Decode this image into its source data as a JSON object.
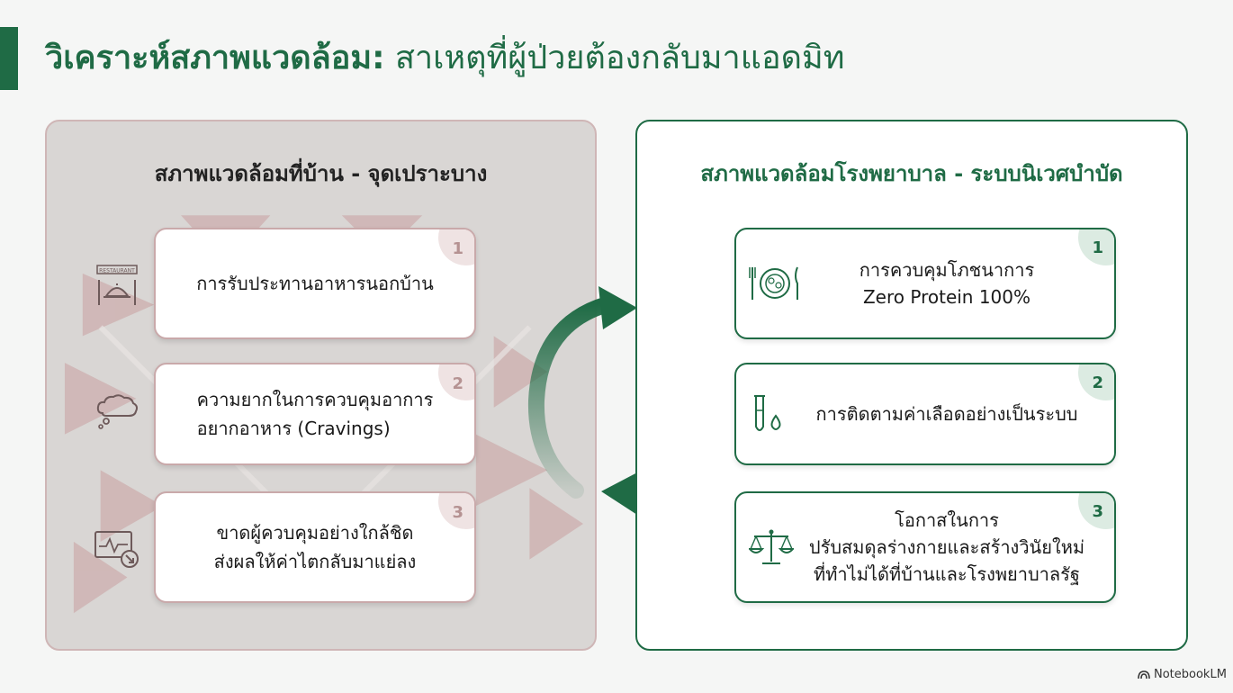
{
  "title": {
    "strong": "วิเคราะห์สภาพแวดล้อม:",
    "rest": "สาเหตุที่ผู้ป่วยต้องกลับมาแอดมิท"
  },
  "left_panel": {
    "heading": "สภาพแวดล้อมที่บ้าน - จุดเปราะบาง",
    "cards": [
      {
        "number": "1",
        "lines": [
          "การรับประทานอาหารนอกบ้าน"
        ],
        "icon": "restaurant-icon",
        "icon_text": "RESTAURANT"
      },
      {
        "number": "2",
        "lines": [
          "ความยากในการควบคุมอาการ",
          "อยากอาหาร (Cravings)"
        ],
        "icon": "thought-cloud-icon"
      },
      {
        "number": "3",
        "lines": [
          "ขาดผู้ควบคุมอย่างใกล้ชิด",
          "ส่งผลให้ค่าไตกลับมาแย่ลง"
        ],
        "icon": "monitor-decline-icon"
      }
    ]
  },
  "right_panel": {
    "heading": "สภาพแวดล้อมโรงพยาบาล - ระบบนิเวศบำบัด",
    "cards": [
      {
        "number": "1",
        "lines": [
          "การควบคุมโภชนาการ",
          "Zero Protein 100%"
        ],
        "icon": "meal-plate-icon"
      },
      {
        "number": "2",
        "lines": [
          "การติดตามค่าเลือดอย่างเป็นระบบ"
        ],
        "icon": "blood-test-icon"
      },
      {
        "number": "3",
        "lines": [
          "โอกาสในการ",
          "ปรับสมดุลร่างกายและสร้างวินัยใหม่",
          "ที่ทำไม่ได้ที่บ้านและโรงพยาบาลรัฐ"
        ],
        "icon": "balance-scale-icon"
      }
    ]
  },
  "cycle_icon": "cycle-arrows-icon",
  "brand": "NotebookLM",
  "colors": {
    "accent_green": "#1f6b45",
    "left_panel_bg": "#d9d6d4",
    "left_border": "#c9a9aa",
    "right_badge_bg": "#dcebe2"
  }
}
